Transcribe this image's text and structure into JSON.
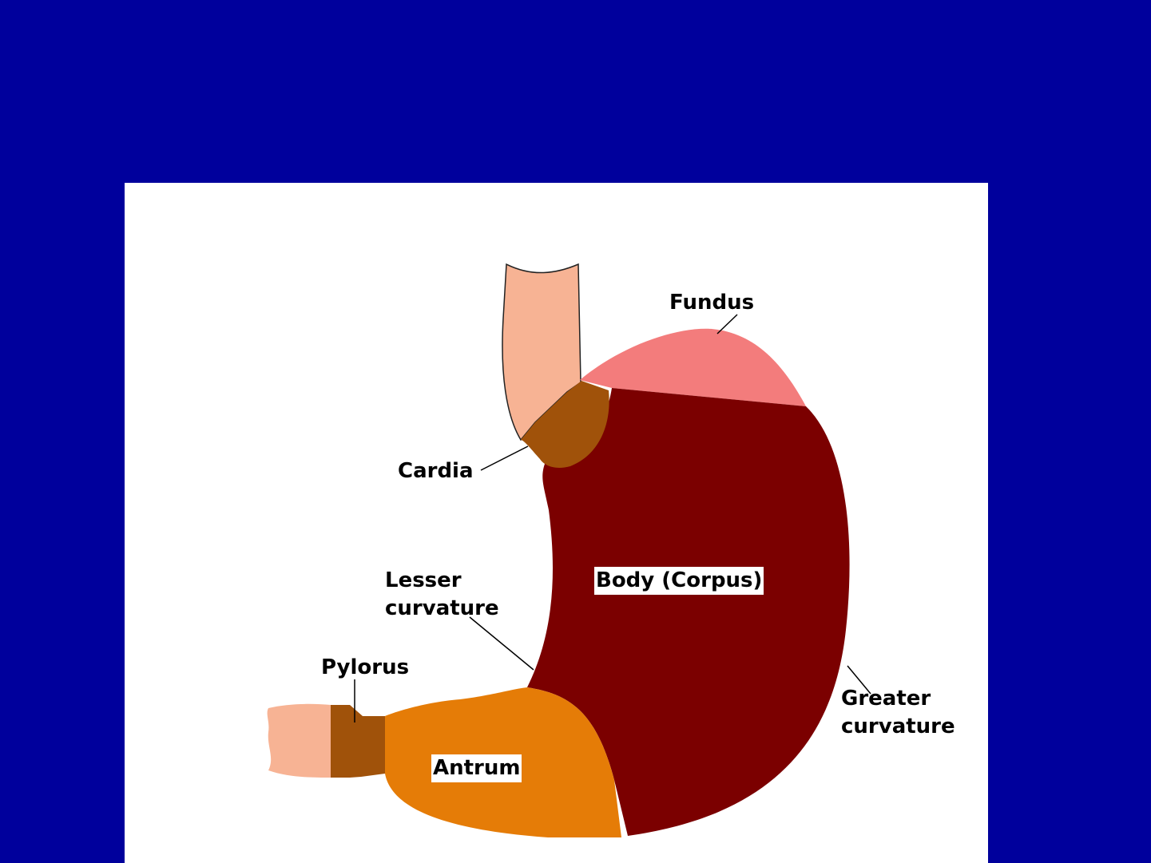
{
  "diagram": {
    "colors": {
      "background": "#00009c",
      "panel": "#ffffff",
      "esophagus": "#f7b394",
      "cardia": "#a0520a",
      "fundus": "#f37c7c",
      "body": "#7b0000",
      "antrum": "#e57c07",
      "pylorus": "#a0520a",
      "duodenum": "#f7b394"
    },
    "labels": {
      "fundus": "Fundus",
      "cardia": "Cardia",
      "lesser_line1": "Lesser",
      "lesser_line2": "curvature",
      "body": "Body (Corpus)",
      "pylorus": "Pylorus",
      "greater_line1": "Greater",
      "greater_line2": "curvature",
      "antrum": "Antrum"
    }
  }
}
